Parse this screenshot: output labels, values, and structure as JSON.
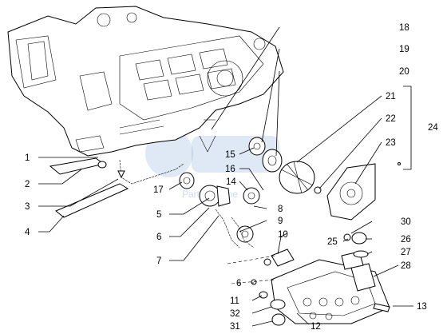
{
  "diagram": {
    "callouts": [
      "1",
      "2",
      "3",
      "4",
      "5",
      "6",
      "7",
      "6",
      "8",
      "9",
      "10",
      "11",
      "12",
      "13",
      "14",
      "15",
      "16",
      "17",
      "18",
      "19",
      "20",
      "21",
      "22",
      "23",
      "24",
      "25",
      "26",
      "27",
      "28",
      "30",
      "31",
      "32"
    ],
    "watermark": "Parts Europe"
  },
  "colors": {
    "line": "#000000",
    "background": "#ffffff",
    "watermark": "#3a78c0"
  }
}
